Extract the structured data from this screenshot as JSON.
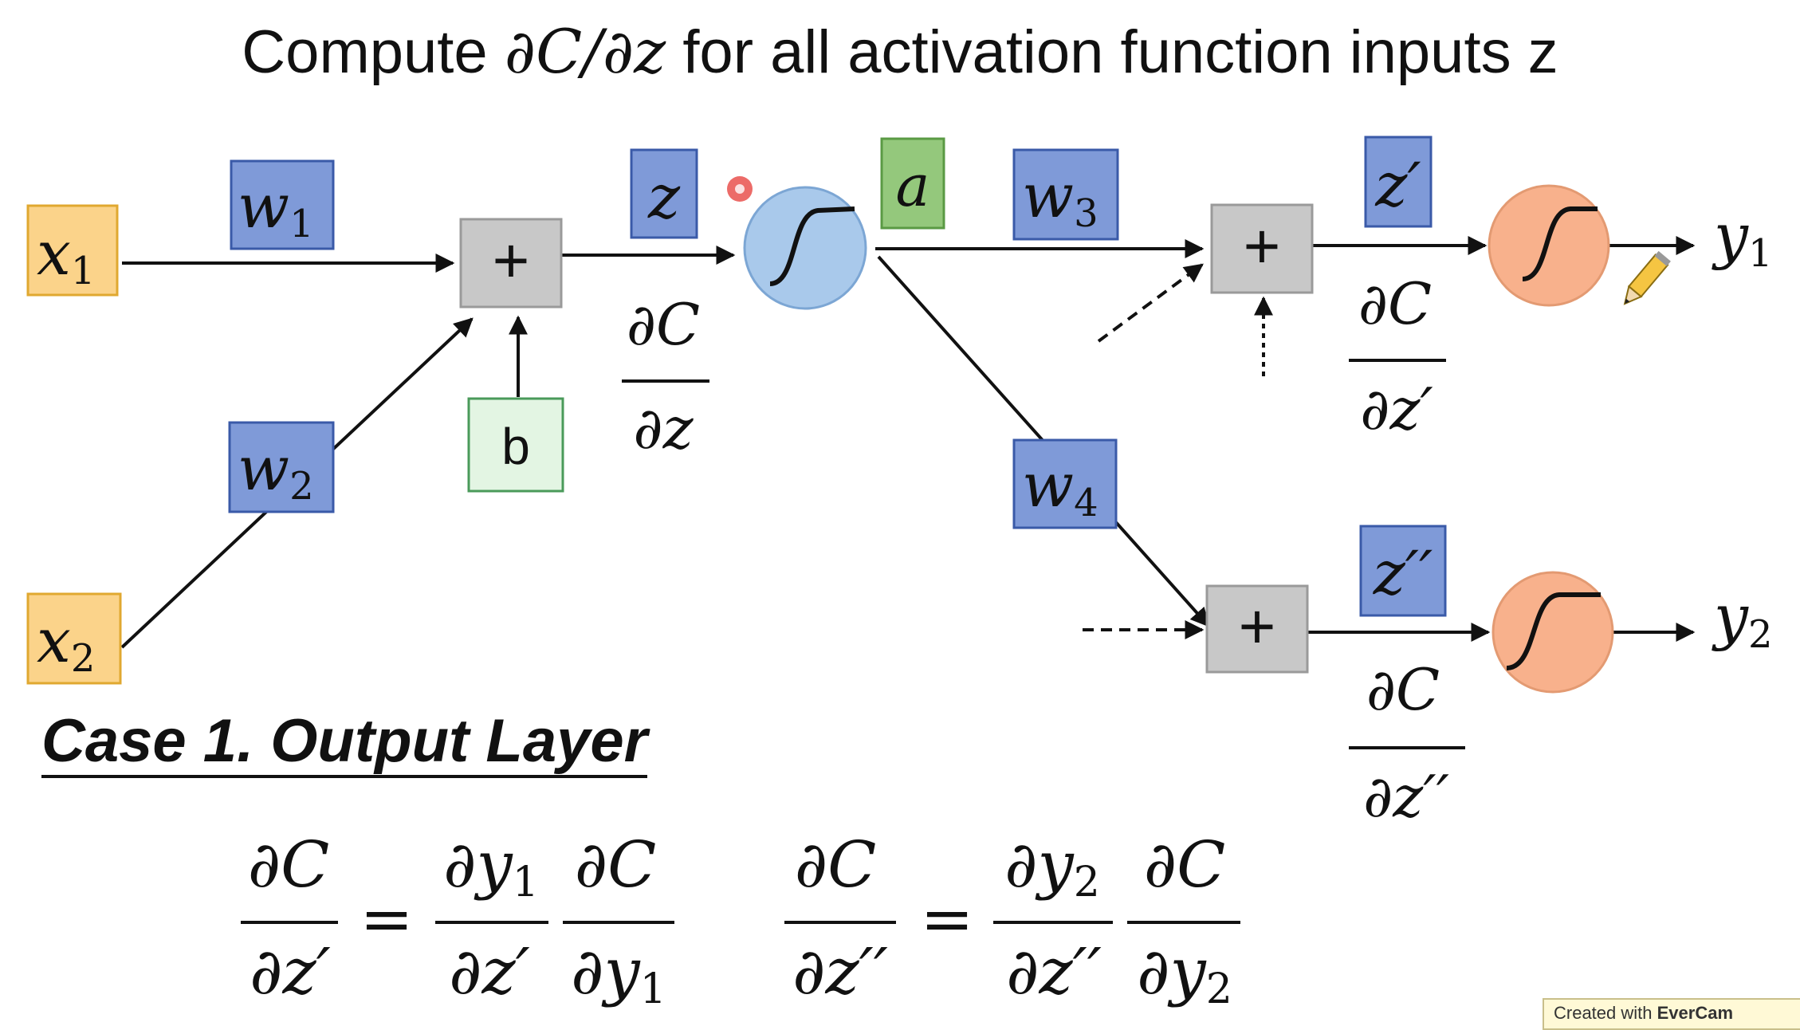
{
  "title": {
    "before": "Compute ",
    "math": "∂C/∂z",
    "after": " for all activation function inputs z"
  },
  "nodes": {
    "x1": {
      "base": "x",
      "sub": "1"
    },
    "x2": {
      "base": "x",
      "sub": "2"
    },
    "w1": {
      "base": "w",
      "sub": "1"
    },
    "w2": {
      "base": "w",
      "sub": "2"
    },
    "w3": {
      "base": "w",
      "sub": "3"
    },
    "w4": {
      "base": "w",
      "sub": "4"
    },
    "z": "z",
    "z_prime": "z′",
    "z_double_prime": "z′′",
    "a": "a",
    "b": "b",
    "plus": "+",
    "y1": {
      "base": "y",
      "sub": "1"
    },
    "y2": {
      "base": "y",
      "sub": "2"
    }
  },
  "derivatives": {
    "dC": "∂C",
    "dz": "∂z",
    "dz_prime": "∂z′",
    "dz_double_prime": "∂z′′"
  },
  "case_heading": "Case 1. Output Layer",
  "equations": {
    "eq1": {
      "lhs_num": "∂C",
      "lhs_den": "∂z′",
      "equals": "=",
      "f1_num_base": "∂y",
      "f1_num_sub": "1",
      "f1_den": "∂z′",
      "f2_num": "∂C",
      "f2_den_base": "∂y",
      "f2_den_sub": "1"
    },
    "eq2": {
      "lhs_num": "∂C",
      "lhs_den": "∂z′′",
      "equals": "=",
      "f1_num_base": "∂y",
      "f1_num_sub": "2",
      "f1_den": "∂z′′",
      "f2_num": "∂C",
      "f2_den_base": "∂y",
      "f2_den_sub": "2"
    }
  },
  "watermark": {
    "prefix": "Created with ",
    "brand": "EverCam"
  },
  "colors": {
    "input_box": "#fbd38a",
    "input_border": "#e0a830",
    "weight_box": "#7f9ad8",
    "weight_border": "#3a5aa8",
    "adder_box": "#c8c8c8",
    "adder_border": "#9a9a9a",
    "bias_box": "#e3f5e3",
    "bias_border": "#4a9a5a",
    "activation_box": "#94c87c",
    "activation_border": "#5a9a44",
    "hidden_neuron": "#a9c9eb",
    "output_neuron": "#f8b18c",
    "pointer": "#e53935"
  }
}
